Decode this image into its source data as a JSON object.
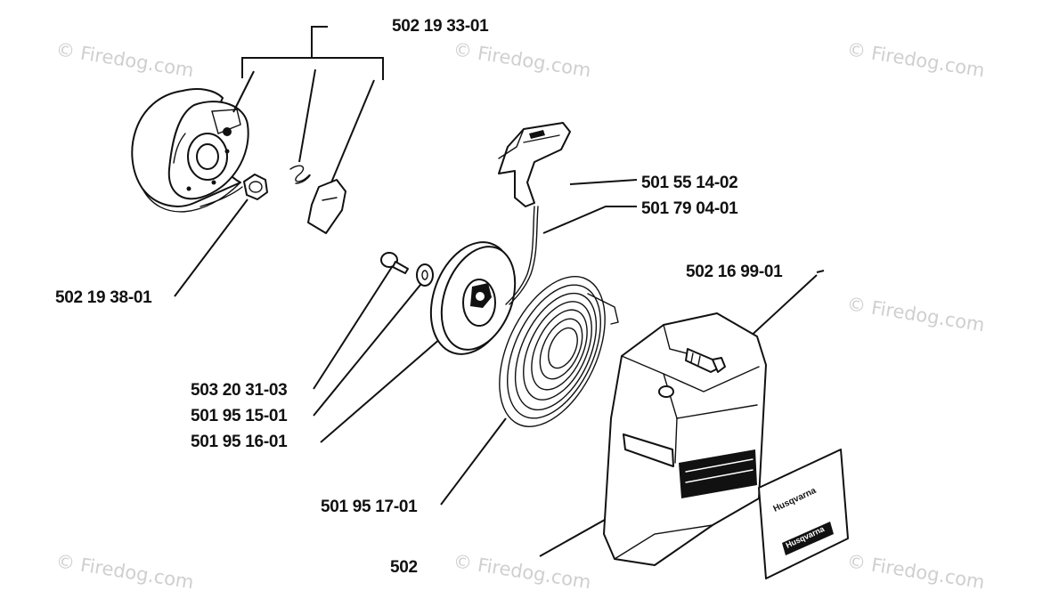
{
  "diagram": {
    "watermark_text": "© Firedog.com",
    "part_numbers": {
      "flywheel_kit": "502 19 33-01",
      "nut": "502 19 38-01",
      "handle": "501 55 14-02",
      "starter_cord": "501 79 04-01",
      "screw": "502 16 99-01",
      "center_screw": "503 20 31-03",
      "washer": "501 95 15-01",
      "pulley": "501 95 16-01",
      "rewind_spring": "501 95 17-01",
      "starter_housing_partial": "502"
    },
    "decal_text": [
      "Husqvarna",
      "Husqvarna"
    ]
  }
}
